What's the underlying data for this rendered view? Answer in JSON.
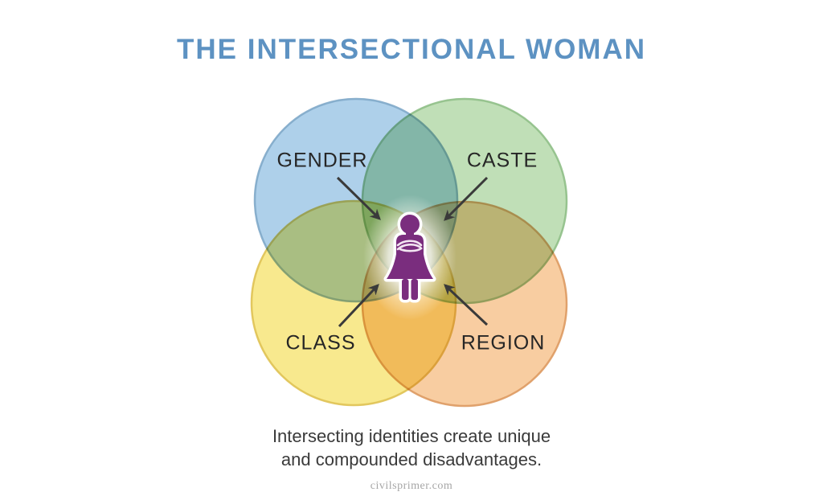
{
  "page": {
    "title": "THE INTERSECTIONAL WOMAN",
    "caption": {
      "line1": "Intersecting identities create unique",
      "line2": "and compounded disadvantages."
    },
    "watermark": "civilsprimer.com",
    "background_color": "#ffffff",
    "title_color": "#5d92c2"
  },
  "diagram": {
    "type": "venn-4-circle",
    "description": "Four overlapping identity circles with arrows converging on a central woman figure",
    "label_color": "#262626",
    "arrow_color": "#3a3a3a",
    "figure": {
      "name": "woman-icon",
      "color": "#7a2d7e",
      "glow_color": "#ffffff"
    },
    "circles": [
      {
        "label": "GENDER",
        "position": "top-left",
        "fill": "#aed0ea",
        "edge": "#7fa8c9"
      },
      {
        "label": "CASTE",
        "position": "top-right",
        "fill": "#c0dfb7",
        "edge": "#8fbf87"
      },
      {
        "label": "CLASS",
        "position": "bottom-left",
        "fill": "#f8e98e",
        "edge": "#dfc253"
      },
      {
        "label": "REGION",
        "position": "bottom-right",
        "fill": "#f8cda1",
        "edge": "#dd9a62"
      }
    ]
  }
}
